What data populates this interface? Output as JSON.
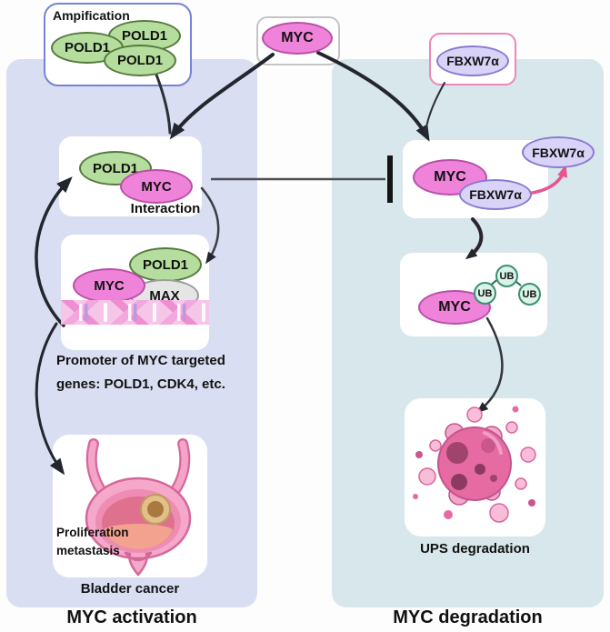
{
  "panels": {
    "left_title": "MYC activation",
    "right_title": "MYC degradation"
  },
  "amplification": {
    "title": "Ampification",
    "pold1_a": "POLD1",
    "pold1_b": "POLD1",
    "pold1_c": "POLD1"
  },
  "top": {
    "myc": "MYC",
    "fbxw7": "FBXW7α"
  },
  "interaction": {
    "pold1": "POLD1",
    "myc": "MYC",
    "label": "Interaction"
  },
  "promoter": {
    "myc": "MYC",
    "pold1": "POLD1",
    "max": "MAX",
    "caption_line1": "Promoter of MYC targeted",
    "caption_line2": "genes: POLD1, CDK4, etc."
  },
  "bladder": {
    "annotation_line1": "Proliferation",
    "annotation_line2": "metastasis",
    "label": "Bladder cancer"
  },
  "degradation": {
    "myc": "MYC",
    "fbxw7": "FBXW7α",
    "free_fbxw7": "FBXW7α",
    "ub_myc": "MYC",
    "ub1": "UB",
    "ub2": "UB",
    "ub3": "UB",
    "ups_label": "UPS degradation"
  },
  "colors": {
    "panel_left": "#dadef2",
    "panel_right": "#d8e7eb",
    "protein_green": "#b5dd9d",
    "protein_green_border": "#55793c",
    "protein_pink": "#ef82d9",
    "protein_pink_border": "#b94fa8",
    "protein_purple": "#d9d3f7",
    "protein_purple_border": "#8a7ad0",
    "protein_gray": "#e5e5e5",
    "ub_mint": "#d9f3e7",
    "ub_border": "#3c8f73",
    "arrow_dark": "#23262e",
    "arrow_pink": "#e75490",
    "amp_box_border": "#7583d6",
    "myc_box_border": "#c4c4c4",
    "fbxw7_box_border": "#ef86b8"
  }
}
